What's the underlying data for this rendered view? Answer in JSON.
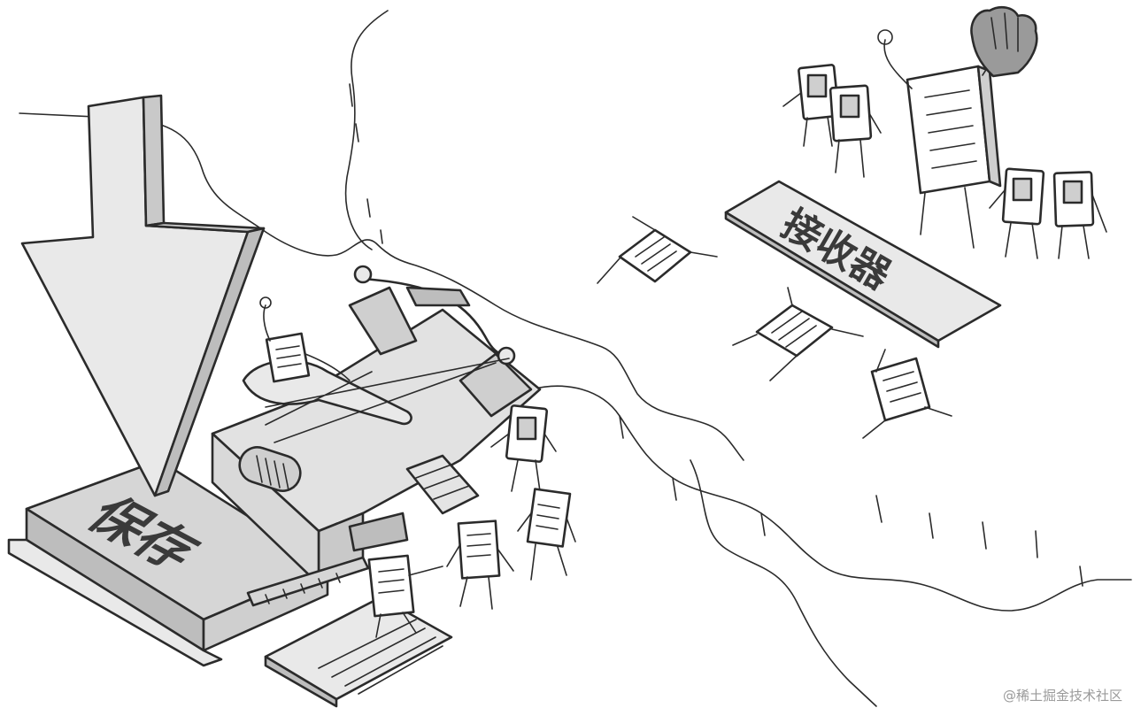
{
  "illustration": {
    "save_label": "保存",
    "receiver_label": "接收器"
  },
  "watermark": {
    "text": "@稀土掘金技术社区"
  },
  "palette": {
    "ink": "#2b2b2b",
    "fill_light": "#e9e9e9",
    "fill_mid": "#d6d6d6",
    "fill_dark": "#bdbdbd",
    "background": "#ffffff"
  }
}
